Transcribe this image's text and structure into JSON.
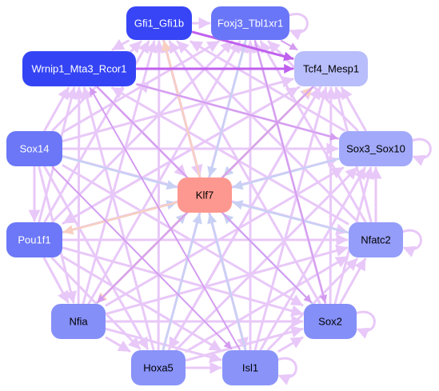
{
  "colors": {
    "edge_light": "#e8c8f8",
    "edge_mid": "#d49cf0",
    "edge_strong": "#c060ee",
    "edge_blue": "#c8d0f4",
    "edge_peach": "#f8cfc0",
    "center": "#fd9890"
  },
  "nodes": [
    {
      "id": "gfi1",
      "label": "Gfi1_Gfi1b",
      "fill": "#3745f6",
      "text": "#ffffff",
      "self_loop": false
    },
    {
      "id": "foxj3",
      "label": "Foxj3_Tbl1xr1",
      "fill": "#6a76f8",
      "text": "#ffffff",
      "self_loop": true
    },
    {
      "id": "wrnip1",
      "label": "Wrnip1_Mta3_Rcor1",
      "fill": "#3444f5",
      "text": "#ffffff",
      "self_loop": false
    },
    {
      "id": "tcf4",
      "label": "Tcf4_Mesp1",
      "fill": "#b8bdfb",
      "text": "#000000",
      "self_loop": false
    },
    {
      "id": "sox14",
      "label": "Sox14",
      "fill": "#6b77f7",
      "text": "#ffffff",
      "self_loop": false
    },
    {
      "id": "sox3",
      "label": "Sox3_Sox10",
      "fill": "#a2a9fa",
      "text": "#000000",
      "self_loop": true
    },
    {
      "id": "klf7",
      "label": "Klf7",
      "fill": "#fd9890",
      "text": "#000000",
      "self_loop": false
    },
    {
      "id": "pou1f1",
      "label": "Pou1f1",
      "fill": "#6c78f7",
      "text": "#ffffff",
      "self_loop": false
    },
    {
      "id": "nfatc2",
      "label": "Nfatc2",
      "fill": "#949df9",
      "text": "#000000",
      "self_loop": true
    },
    {
      "id": "nfia",
      "label": "Nfia",
      "fill": "#858ff8",
      "text": "#000000",
      "self_loop": false
    },
    {
      "id": "sox2",
      "label": "Sox2",
      "fill": "#858ff8",
      "text": "#000000",
      "self_loop": true
    },
    {
      "id": "hoxa5",
      "label": "Hoxa5",
      "fill": "#8993f8",
      "text": "#000000",
      "self_loop": false
    },
    {
      "id": "isl1",
      "label": "Isl1",
      "fill": "#8a94f8",
      "text": "#000000",
      "self_loop": true
    }
  ],
  "edges": [
    {
      "from": "gfi1",
      "to": "tcf4",
      "strength": "strong"
    },
    {
      "from": "wrnip1",
      "to": "tcf4",
      "strength": "strong"
    },
    {
      "from": "foxj3",
      "to": "tcf4",
      "strength": "mid"
    },
    {
      "from": "gfi1",
      "to": "foxj3",
      "strength": "light"
    },
    {
      "from": "sox14",
      "to": "isl1",
      "strength": "mid"
    },
    {
      "from": "wrnip1",
      "to": "sox3",
      "strength": "mid"
    },
    {
      "from": "wrnip1",
      "to": "sox2",
      "strength": "mid"
    },
    {
      "from": "sox14",
      "to": "tcf4",
      "strength": "light"
    },
    {
      "from": "pou1f1",
      "to": "tcf4",
      "strength": "light"
    },
    {
      "from": "nfia",
      "to": "tcf4",
      "strength": "light"
    },
    {
      "from": "hoxa5",
      "to": "tcf4",
      "strength": "light"
    },
    {
      "from": "isl1",
      "to": "tcf4",
      "strength": "light"
    },
    {
      "from": "sox2",
      "to": "tcf4",
      "strength": "light"
    },
    {
      "from": "nfatc2",
      "to": "tcf4",
      "strength": "light"
    },
    {
      "from": "sox3",
      "to": "tcf4",
      "strength": "light"
    },
    {
      "from": "sox14",
      "to": "pou1f1",
      "strength": "light"
    },
    {
      "from": "pou1f1",
      "to": "nfia",
      "strength": "light"
    },
    {
      "from": "nfia",
      "to": "hoxa5",
      "strength": "light"
    },
    {
      "from": "hoxa5",
      "to": "isl1",
      "strength": "light"
    },
    {
      "from": "isl1",
      "to": "sox2",
      "strength": "light"
    },
    {
      "from": "sox2",
      "to": "nfatc2",
      "strength": "light"
    },
    {
      "from": "nfatc2",
      "to": "sox3",
      "strength": "light"
    },
    {
      "from": "sox3",
      "to": "wrnip1",
      "strength": "light"
    },
    {
      "from": "sox14",
      "to": "wrnip1",
      "strength": "light"
    },
    {
      "from": "sox14",
      "to": "sox3",
      "strength": "light"
    },
    {
      "from": "sox14",
      "to": "nfatc2",
      "strength": "light"
    },
    {
      "from": "sox14",
      "to": "sox2",
      "strength": "light"
    },
    {
      "from": "sox14",
      "to": "hoxa5",
      "strength": "light"
    },
    {
      "from": "sox14",
      "to": "nfia",
      "strength": "light"
    },
    {
      "from": "sox14",
      "to": "gfi1",
      "strength": "light"
    },
    {
      "from": "sox14",
      "to": "foxj3",
      "strength": "light"
    },
    {
      "from": "pou1f1",
      "to": "sox3",
      "strength": "light"
    },
    {
      "from": "pou1f1",
      "to": "nfatc2",
      "strength": "light"
    },
    {
      "from": "pou1f1",
      "to": "sox2",
      "strength": "light"
    },
    {
      "from": "pou1f1",
      "to": "isl1",
      "strength": "light"
    },
    {
      "from": "pou1f1",
      "to": "hoxa5",
      "strength": "light"
    },
    {
      "from": "pou1f1",
      "to": "gfi1",
      "strength": "light"
    },
    {
      "from": "pou1f1",
      "to": "foxj3",
      "strength": "light"
    },
    {
      "from": "pou1f1",
      "to": "wrnip1",
      "strength": "light"
    },
    {
      "from": "nfia",
      "to": "sox3",
      "strength": "light"
    },
    {
      "from": "nfia",
      "to": "nfatc2",
      "strength": "light"
    },
    {
      "from": "nfia",
      "to": "sox2",
      "strength": "light"
    },
    {
      "from": "nfia",
      "to": "isl1",
      "strength": "light"
    },
    {
      "from": "nfia",
      "to": "gfi1",
      "strength": "light"
    },
    {
      "from": "nfia",
      "to": "foxj3",
      "strength": "light"
    },
    {
      "from": "nfia",
      "to": "wrnip1",
      "strength": "light"
    },
    {
      "from": "hoxa5",
      "to": "sox3",
      "strength": "light"
    },
    {
      "from": "hoxa5",
      "to": "nfatc2",
      "strength": "light"
    },
    {
      "from": "hoxa5",
      "to": "sox2",
      "strength": "light"
    },
    {
      "from": "hoxa5",
      "to": "gfi1",
      "strength": "light"
    },
    {
      "from": "hoxa5",
      "to": "foxj3",
      "strength": "light"
    },
    {
      "from": "hoxa5",
      "to": "wrnip1",
      "strength": "light"
    },
    {
      "from": "isl1",
      "to": "sox3",
      "strength": "light"
    },
    {
      "from": "isl1",
      "to": "nfatc2",
      "strength": "light"
    },
    {
      "from": "isl1",
      "to": "gfi1",
      "strength": "light"
    },
    {
      "from": "isl1",
      "to": "foxj3",
      "strength": "light"
    },
    {
      "from": "isl1",
      "to": "wrnip1",
      "strength": "mid"
    },
    {
      "from": "sox2",
      "to": "sox3",
      "strength": "light"
    },
    {
      "from": "sox2",
      "to": "gfi1",
      "strength": "light"
    },
    {
      "from": "sox2",
      "to": "foxj3",
      "strength": "light"
    },
    {
      "from": "nfatc2",
      "to": "gfi1",
      "strength": "light"
    },
    {
      "from": "nfatc2",
      "to": "foxj3",
      "strength": "light"
    },
    {
      "from": "nfatc2",
      "to": "wrnip1",
      "strength": "light"
    },
    {
      "from": "sox3",
      "to": "gfi1",
      "strength": "light"
    },
    {
      "from": "sox3",
      "to": "foxj3",
      "strength": "light"
    },
    {
      "from": "tcf4",
      "to": "nfia",
      "strength": "mid"
    },
    {
      "from": "tcf4",
      "to": "hoxa5",
      "strength": "light"
    },
    {
      "from": "tcf4",
      "to": "pou1f1",
      "strength": "light"
    },
    {
      "from": "foxj3",
      "to": "sox2",
      "strength": "mid"
    },
    {
      "from": "gfi1",
      "to": "isl1",
      "strength": "light"
    },
    {
      "from": "gfi1",
      "to": "wrnip1",
      "strength": "light"
    },
    {
      "from": "sox14",
      "to": "klf7",
      "strength": "blue"
    },
    {
      "from": "pou1f1",
      "to": "klf7",
      "strength": "blue"
    },
    {
      "from": "nfia",
      "to": "klf7",
      "strength": "blue"
    },
    {
      "from": "hoxa5",
      "to": "klf7",
      "strength": "blue"
    },
    {
      "from": "isl1",
      "to": "klf7",
      "strength": "blue"
    },
    {
      "from": "sox2",
      "to": "klf7",
      "strength": "blue"
    },
    {
      "from": "nfatc2",
      "to": "klf7",
      "strength": "blue"
    },
    {
      "from": "sox3",
      "to": "klf7",
      "strength": "blue"
    },
    {
      "from": "tcf4",
      "to": "klf7",
      "strength": "blue"
    },
    {
      "from": "foxj3",
      "to": "klf7",
      "strength": "blue"
    },
    {
      "from": "gfi1",
      "to": "klf7",
      "strength": "light"
    },
    {
      "from": "wrnip1",
      "to": "klf7",
      "strength": "light"
    },
    {
      "from": "klf7",
      "to": "pou1f1",
      "strength": "peach"
    },
    {
      "from": "klf7",
      "to": "tcf4",
      "strength": "peach"
    },
    {
      "from": "klf7",
      "to": "gfi1",
      "strength": "peach"
    },
    {
      "from": "klf7",
      "to": "nfia",
      "strength": "peach"
    }
  ]
}
